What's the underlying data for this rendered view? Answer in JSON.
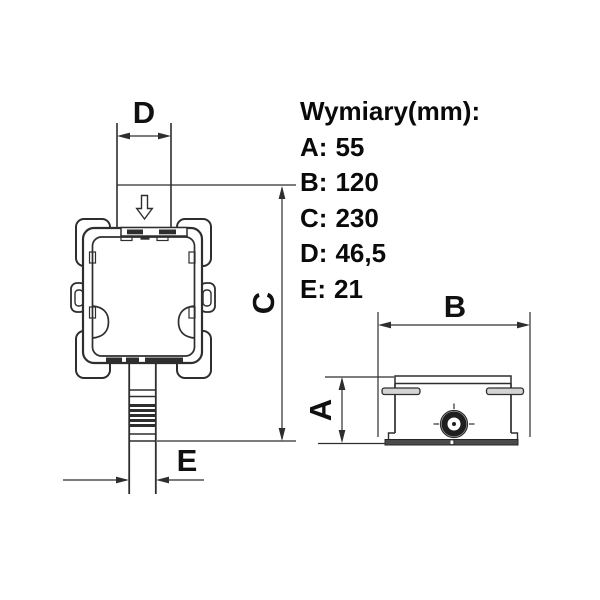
{
  "specs": {
    "title": "Wymiary(mm):",
    "separator": ":",
    "items": [
      {
        "label": "A",
        "value": "55"
      },
      {
        "label": "B",
        "value": "120"
      },
      {
        "label": "C",
        "value": "230"
      },
      {
        "label": "D",
        "value": "46,5"
      },
      {
        "label": "E",
        "value": "21"
      }
    ]
  },
  "drawing": {
    "front_view": {
      "top_width_label": "D",
      "height_label": "C",
      "outlet_width_label": "E"
    },
    "side_view": {
      "width_label": "B",
      "height_label": "A"
    },
    "icons": {
      "flow_arrow": "down-outline-arrow"
    },
    "colors": {
      "line": "#2e2e2e",
      "text": "#0a0a0a",
      "flange_fill": "#d4d4d4",
      "base_fill": "#4a4a4a"
    }
  }
}
